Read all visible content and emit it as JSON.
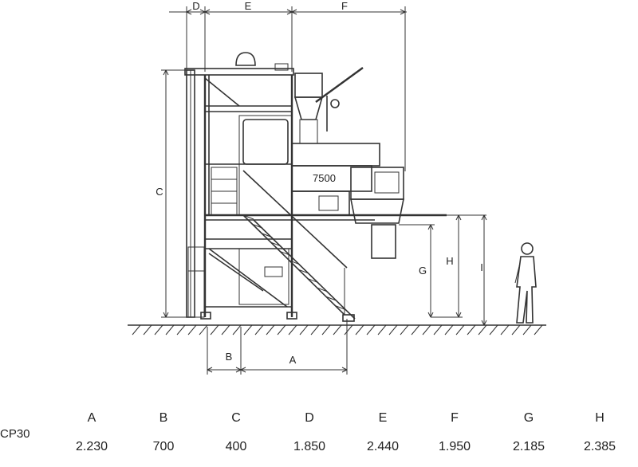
{
  "drawing": {
    "dimension_labels": {
      "top": [
        "D",
        "E",
        "F"
      ],
      "side": [
        "C",
        "G",
        "H",
        "I"
      ],
      "bottom": [
        "B",
        "A"
      ]
    },
    "plate_text": "7500"
  },
  "table": {
    "model": "CP30",
    "columns": [
      {
        "label": "A",
        "value": "2.230"
      },
      {
        "label": "B",
        "value": "700"
      },
      {
        "label": "C",
        "value": "400"
      },
      {
        "label": "D",
        "value": "1.850"
      },
      {
        "label": "E",
        "value": "2.440"
      },
      {
        "label": "F",
        "value": "1.950"
      },
      {
        "label": "G",
        "value": "2.185"
      },
      {
        "label": "H",
        "value": "2.385"
      }
    ]
  }
}
